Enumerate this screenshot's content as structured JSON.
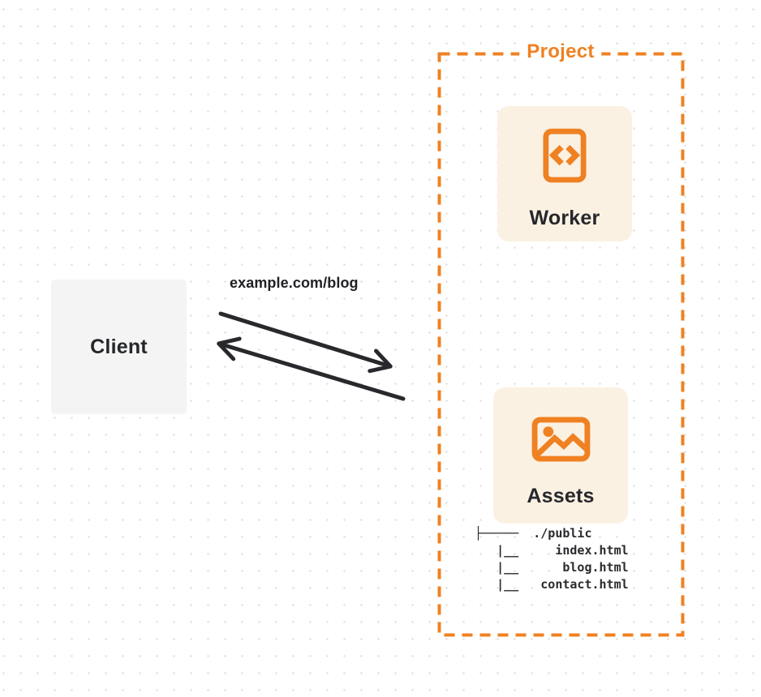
{
  "colors": {
    "accent_orange": "#ef8122",
    "card_background": "#fbf1e3",
    "client_background": "#f4f4f5",
    "ink": "#26272b",
    "dot_grid": "#e2e2e3"
  },
  "client": {
    "label": "Client"
  },
  "request": {
    "label": "example.com/blog"
  },
  "project": {
    "title": "Project",
    "cards": {
      "worker": {
        "label": "Worker",
        "icon": "code-file-icon"
      },
      "assets": {
        "label": "Assets",
        "icon": "image-icon"
      }
    },
    "file_tree": {
      "lines": [
        "├─────  ./public",
        "   |__     index.html",
        "   |__      blog.html",
        "   |__   contact.html"
      ]
    }
  }
}
